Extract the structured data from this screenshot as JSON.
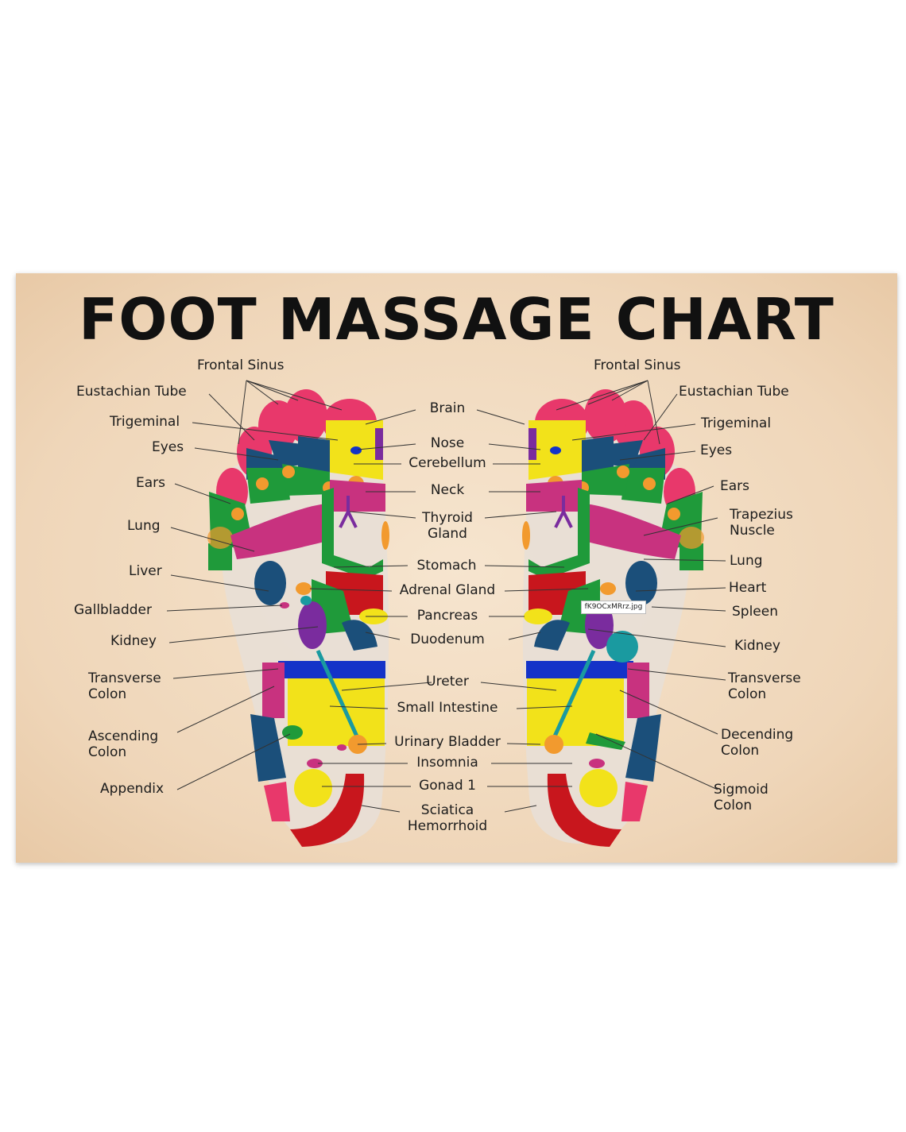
{
  "title": "FOOT MASSAGE CHART",
  "file_tag": "fK9OCxMRrz.jpg",
  "left_labels": {
    "frontal_sinus": "Frontal Sinus",
    "eustachian_tube": "Eustachian Tube",
    "trigeminal": "Trigeminal",
    "eyes": "Eyes",
    "ears": "Ears",
    "lung": "Lung",
    "liver": "Liver",
    "gallbladder": "Gallbladder",
    "kidney": "Kidney",
    "transverse_colon": [
      "Transverse",
      "Colon"
    ],
    "ascending_colon": [
      "Ascending",
      "Colon"
    ],
    "appendix": "Appendix"
  },
  "center_labels": {
    "brain": "Brain",
    "nose": "Nose",
    "cerebellum": "Cerebellum",
    "neck": "Neck",
    "thyroid_gland": [
      "Thyroid",
      "Gland"
    ],
    "stomach": "Stomach",
    "adrenal_gland": "Adrenal Gland",
    "pancreas": "Pancreas",
    "duodenum": "Duodenum",
    "ureter": "Ureter",
    "small_intestine": "Small Intestine",
    "urinary_bladder": "Urinary Bladder",
    "insomnia": "Insomnia",
    "gonad": "Gonad 1",
    "sciatica_hemorrhoid": [
      "Sciatica",
      "Hemorrhoid"
    ]
  },
  "right_labels": {
    "frontal_sinus": "Frontal Sinus",
    "eustachian_tube": "Eustachian Tube",
    "trigeminal": "Trigeminal",
    "eyes": "Eyes",
    "ears": "Ears",
    "trapezius": [
      "Trapezius",
      "Nuscle"
    ],
    "lung": "Lung",
    "heart": "Heart",
    "spleen": "Spleen",
    "kidney": "Kidney",
    "transverse_colon": [
      "Transverse",
      "Colon"
    ],
    "decending_colon": [
      "Decending",
      "Colon"
    ],
    "sigmoid_colon": [
      "Sigmoid",
      "Colon"
    ]
  },
  "colors": {
    "poster": "#f3dfc6",
    "pink": "#e8386b",
    "navy": "#1b4f7a",
    "green": "#1f9a3a",
    "orange": "#f29a2e",
    "yellow": "#f2e21a",
    "magenta": "#c8327f",
    "purple": "#7a2c9e",
    "red": "#c8161d",
    "teal": "#1a9aa0",
    "blue": "#1433c8",
    "foot": "#e8dfd6"
  }
}
